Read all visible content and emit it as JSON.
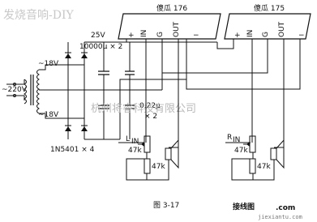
{
  "watermark_top": "发烧音响-DIY",
  "watermark_middle": "杭州将睿科技有限公司",
  "brand": {
    "name_cn": "接线图",
    "domain_suffix": ".com",
    "domain": "jiexiantu.com"
  },
  "modules": [
    {
      "title": "傻瓜 176",
      "pins": [
        "+",
        "IN",
        "G",
        "OUT",
        "−"
      ]
    },
    {
      "title": "傻瓜 175",
      "pins": [
        "+",
        "IN",
        "G",
        "OUT",
        "−"
      ]
    }
  ],
  "power_supply": {
    "mains": "~220V",
    "secondary_upper": "~18V",
    "secondary_lower": "~18V",
    "rectifier": "1N5401 × 4",
    "filter_cap_rating": "25V",
    "filter_cap_value": "10000μ × 2",
    "small_cap": "0.22μ",
    "small_cap_count": "× 2"
  },
  "channels": [
    {
      "input_label": "L",
      "input_sub": "IN",
      "pot": "47k",
      "resistor": "47k"
    },
    {
      "input_label": "R",
      "input_sub": "IN",
      "pot": "47k",
      "resistor": "47k"
    }
  ],
  "figure_caption": "图  3-17"
}
